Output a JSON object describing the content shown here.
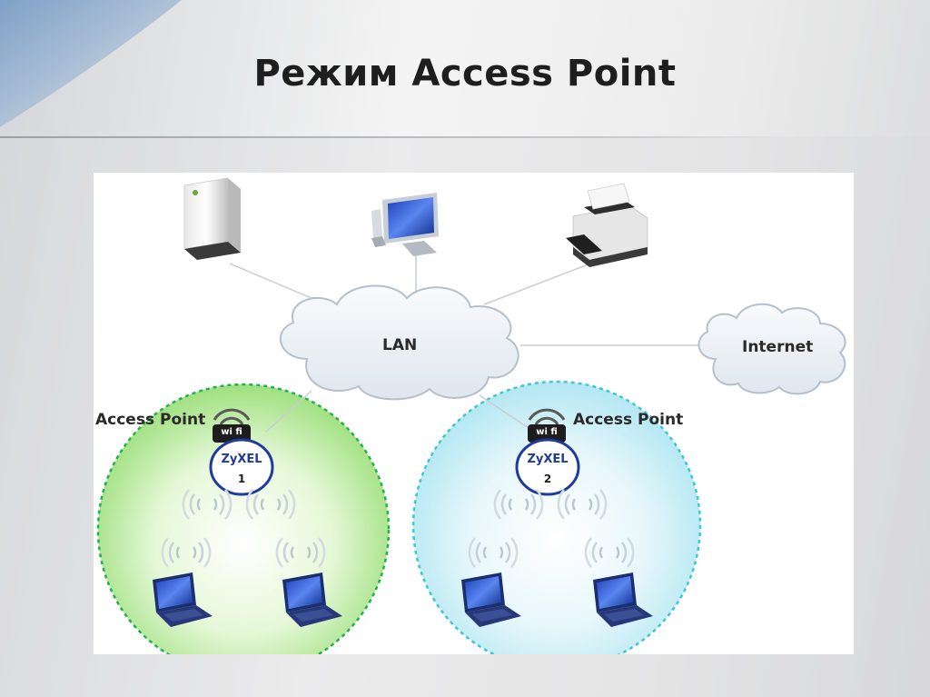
{
  "slide": {
    "title": "Режим Access Point"
  },
  "diagram": {
    "lan_label": "LAN",
    "internet_label": "Internet",
    "access_points": [
      {
        "label": "Access Point",
        "brand": "ZyXEL",
        "number": "1",
        "badge": "wi fi",
        "zone_color": "#22b14c"
      },
      {
        "label": "Access Point",
        "brand": "ZyXEL",
        "number": "2",
        "badge": "wi fi",
        "zone_color": "#3fc6d6"
      }
    ],
    "devices": [
      "server-icon",
      "desktop-computer-icon",
      "printer-icon",
      "laptop-icon"
    ]
  }
}
